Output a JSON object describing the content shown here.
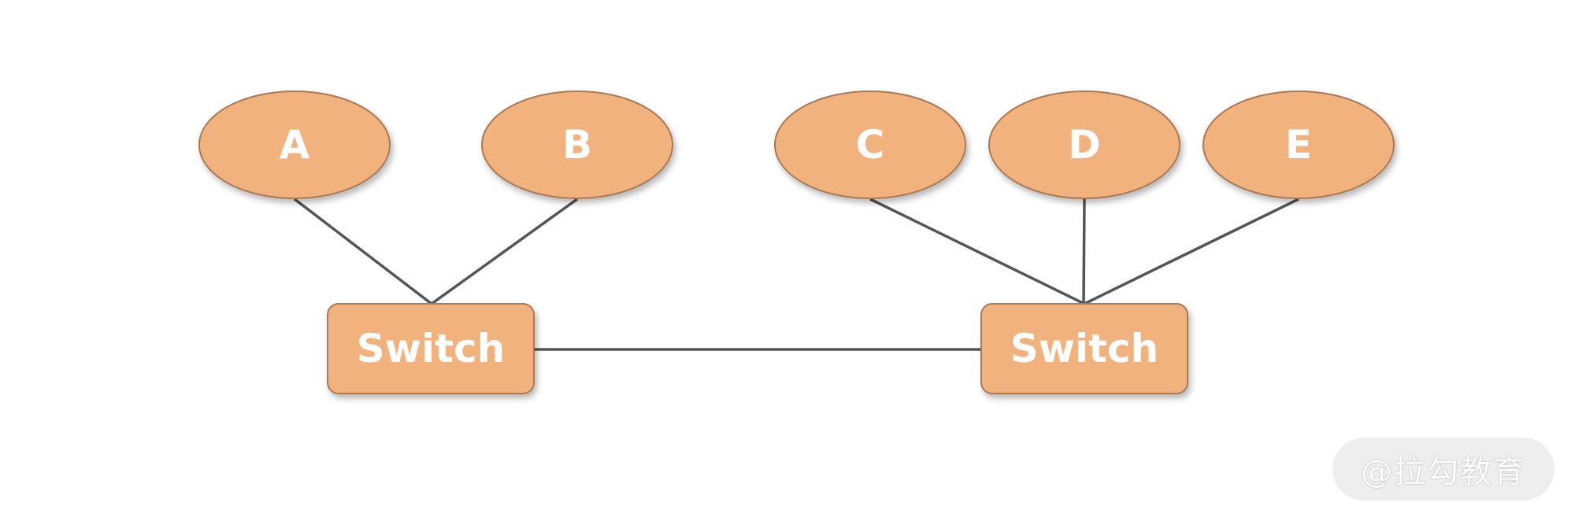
{
  "hosts": [
    {
      "id": "A",
      "label": "A"
    },
    {
      "id": "B",
      "label": "B"
    },
    {
      "id": "C",
      "label": "C"
    },
    {
      "id": "D",
      "label": "D"
    },
    {
      "id": "E",
      "label": "E"
    }
  ],
  "switches": [
    {
      "id": "left",
      "label": "Switch"
    },
    {
      "id": "right",
      "label": "Switch"
    }
  ],
  "links": [
    {
      "from": "A",
      "to": "left"
    },
    {
      "from": "B",
      "to": "left"
    },
    {
      "from": "C",
      "to": "right"
    },
    {
      "from": "D",
      "to": "right"
    },
    {
      "from": "E",
      "to": "right"
    },
    {
      "from": "left",
      "to": "right"
    }
  ],
  "colors": {
    "node_fill": "#f2b27e",
    "node_stroke": "#a87a55",
    "link": "#555555",
    "label": "#ffffff"
  },
  "watermark": {
    "text": "@拉勾教育"
  }
}
